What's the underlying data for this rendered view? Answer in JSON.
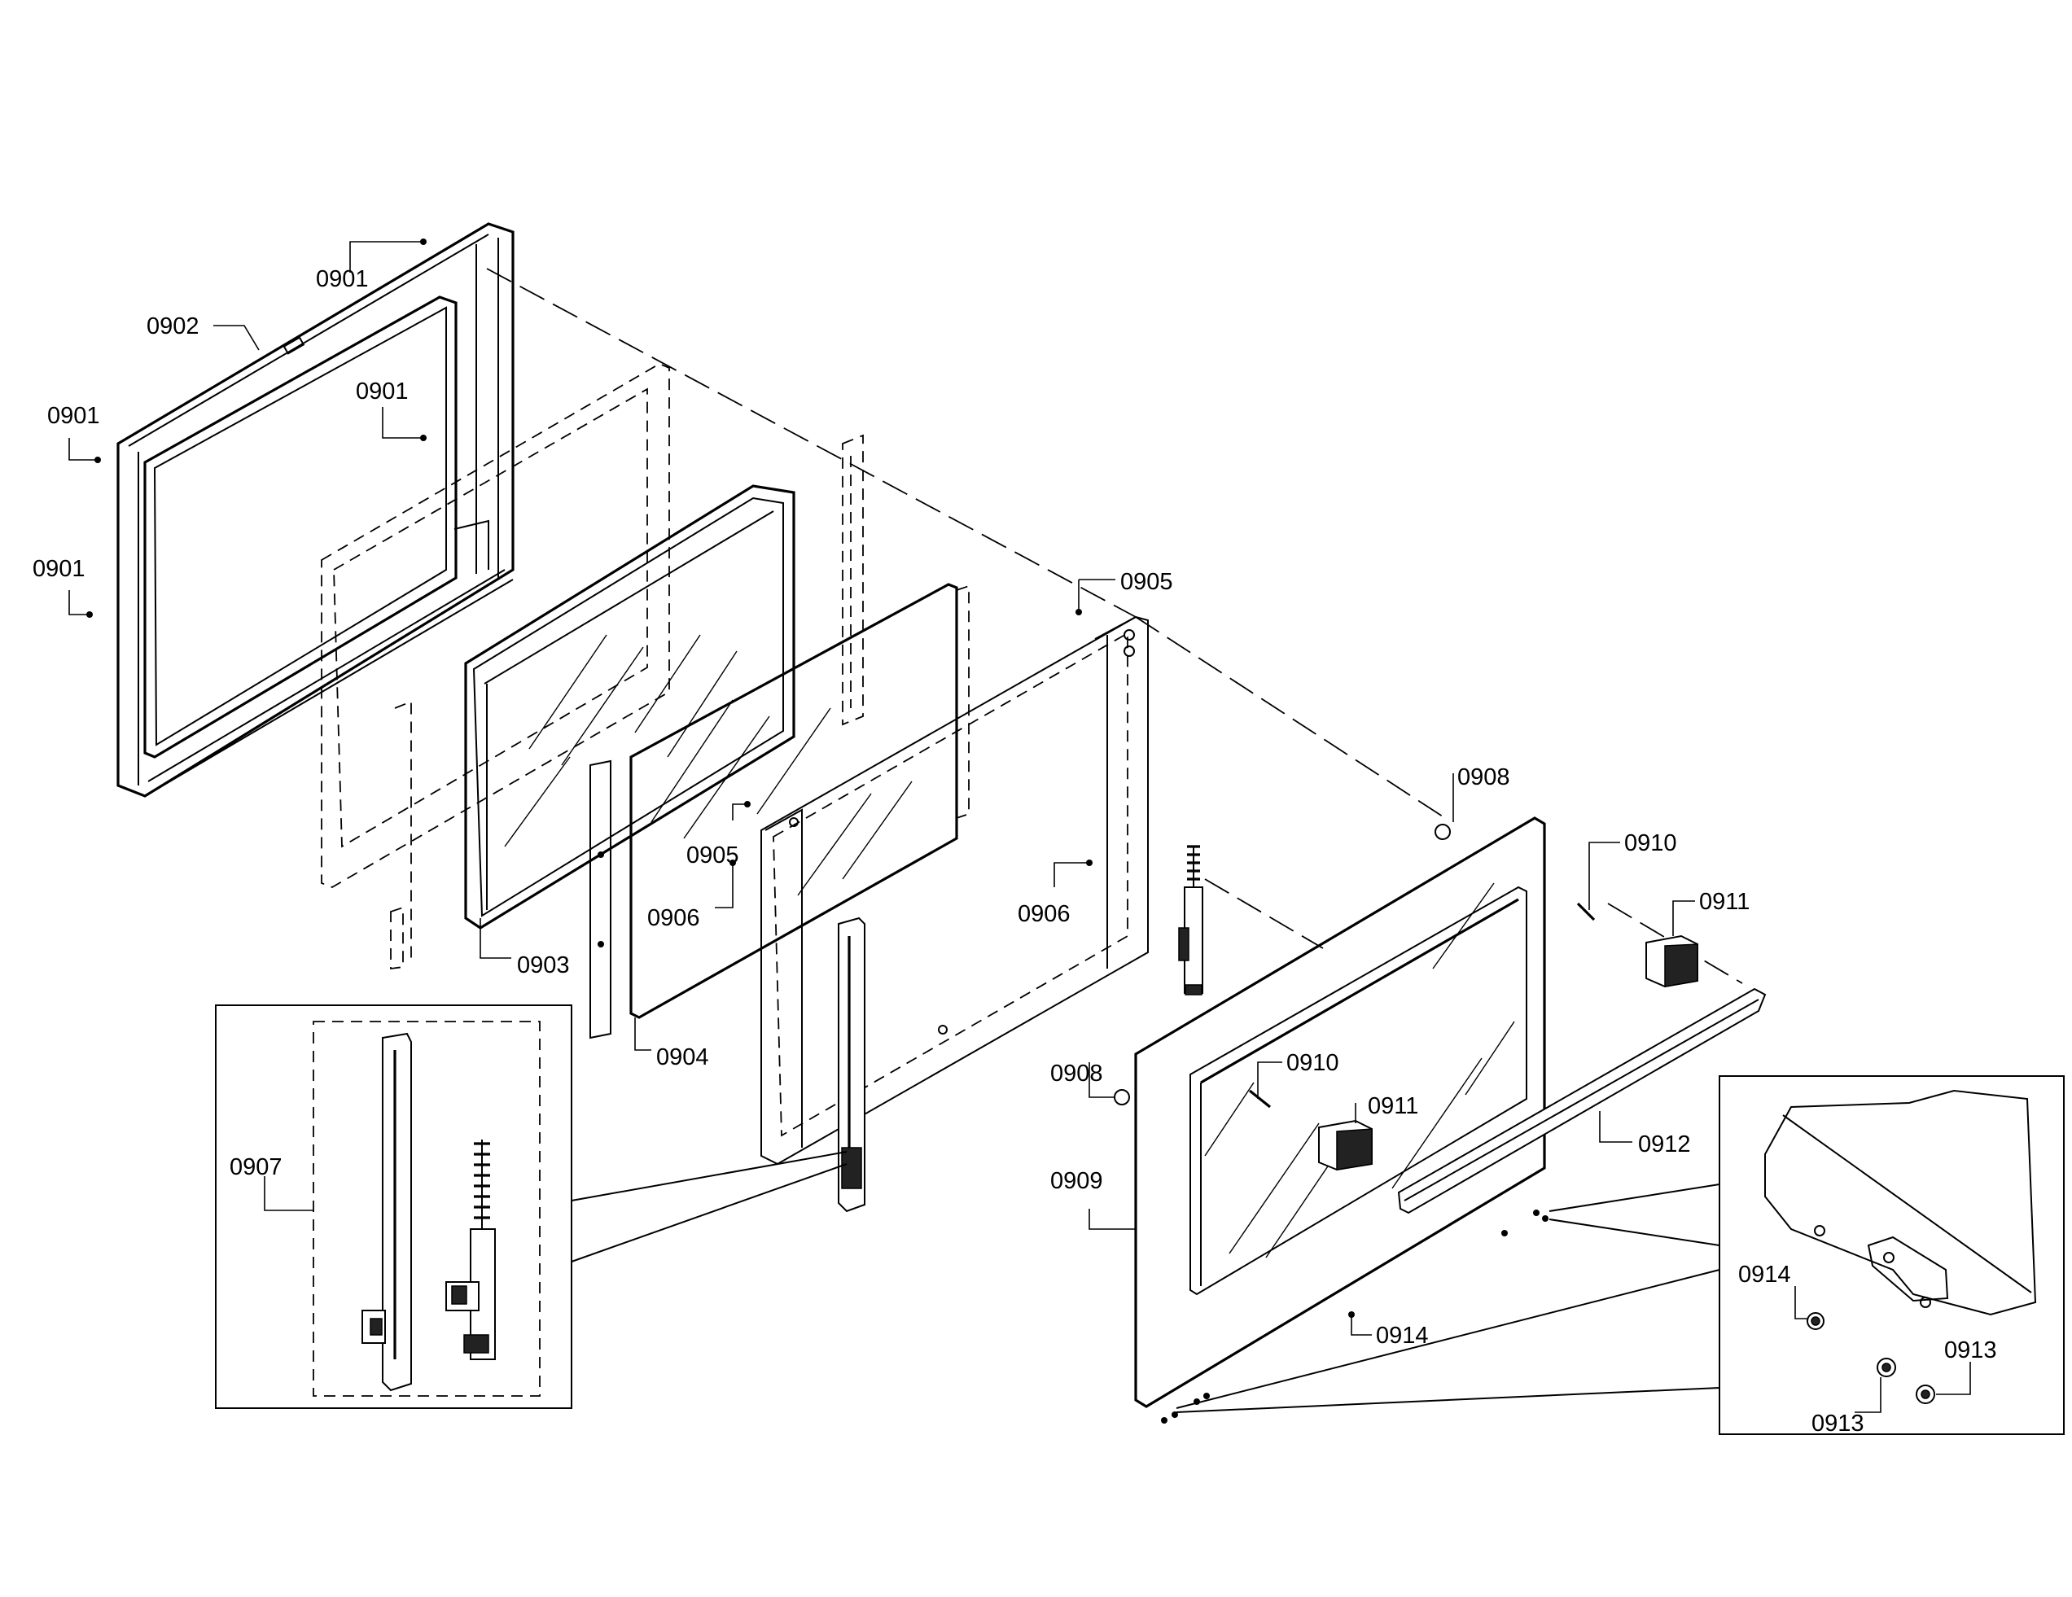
{
  "diagram": {
    "labels": {
      "l0901a": "0901",
      "l0901b": "0901",
      "l0901c": "0901",
      "l0901d": "0901",
      "l0902": "0902",
      "l0903": "0903",
      "l0904": "0904",
      "l0905a": "0905",
      "l0905b": "0905",
      "l0906a": "0906",
      "l0906b": "0906",
      "l0907": "0907",
      "l0908a": "0908",
      "l0908b": "0908",
      "l0909": "0909",
      "l0910a": "0910",
      "l0910b": "0910",
      "l0911a": "0911",
      "l0911b": "0911",
      "l0912": "0912",
      "l0913a": "0913",
      "l0913b": "0913",
      "l0914a": "0914",
      "l0914b": "0914"
    }
  }
}
